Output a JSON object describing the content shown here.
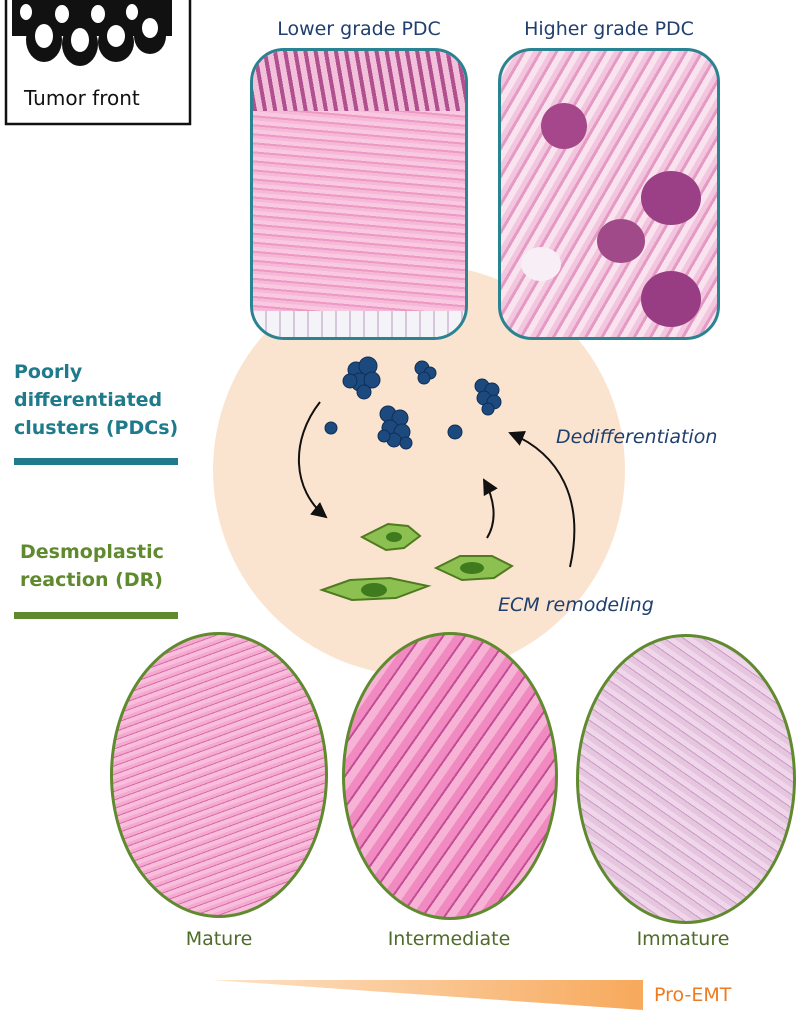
{
  "legend": {
    "tumor_front_label": "Tumor front"
  },
  "pdc_panels": {
    "lower_title": "Lower grade PDC",
    "higher_title": "Higher grade PDC"
  },
  "side_labels": {
    "pdc": "Poorly\ndifferentiated\nclusters (PDCs)",
    "dr": "Desmoplastic\nreaction (DR)",
    "pdc_color": "#1f7a8c",
    "dr_color": "#5f8a2e"
  },
  "arrows": {
    "dedifferentiation": "Dedifferentiation",
    "ecm_remodeling": "ECM remodeling"
  },
  "dr_types": [
    "Mature",
    "Intermediate",
    "Immature"
  ],
  "gradient_label": "Pro-EMT",
  "colors": {
    "teal_border": "#2a8390",
    "green_border": "#5f8a2e",
    "navy": "#1f3f6e",
    "cluster": "#1d4a7e",
    "circle_bg": "#fbe4cf",
    "orange": "#f07a1f",
    "fibroblast": "#8cc152"
  }
}
